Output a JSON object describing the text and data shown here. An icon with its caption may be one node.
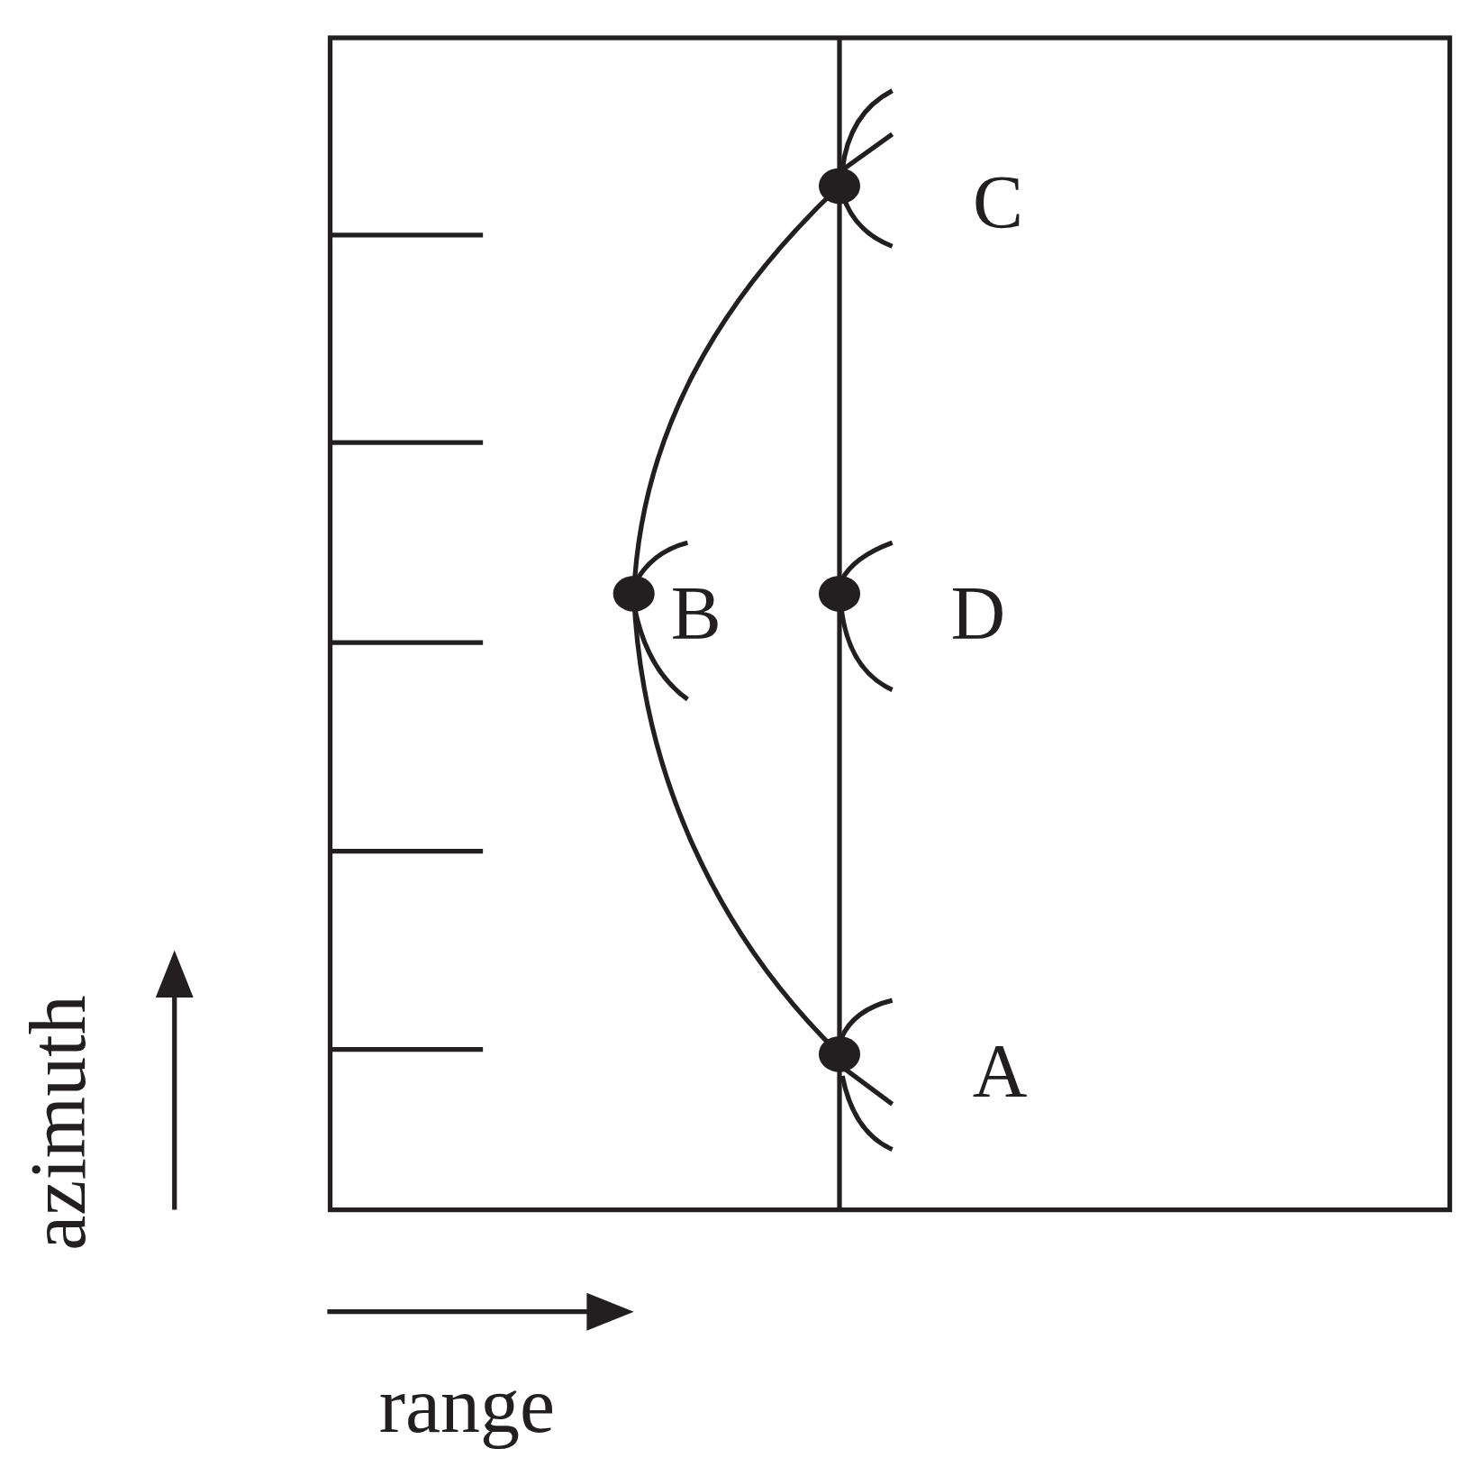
{
  "diagram": {
    "labels": [
      "C",
      "B",
      "D",
      "A",
      "azimuth",
      "range"
    ]
  }
}
